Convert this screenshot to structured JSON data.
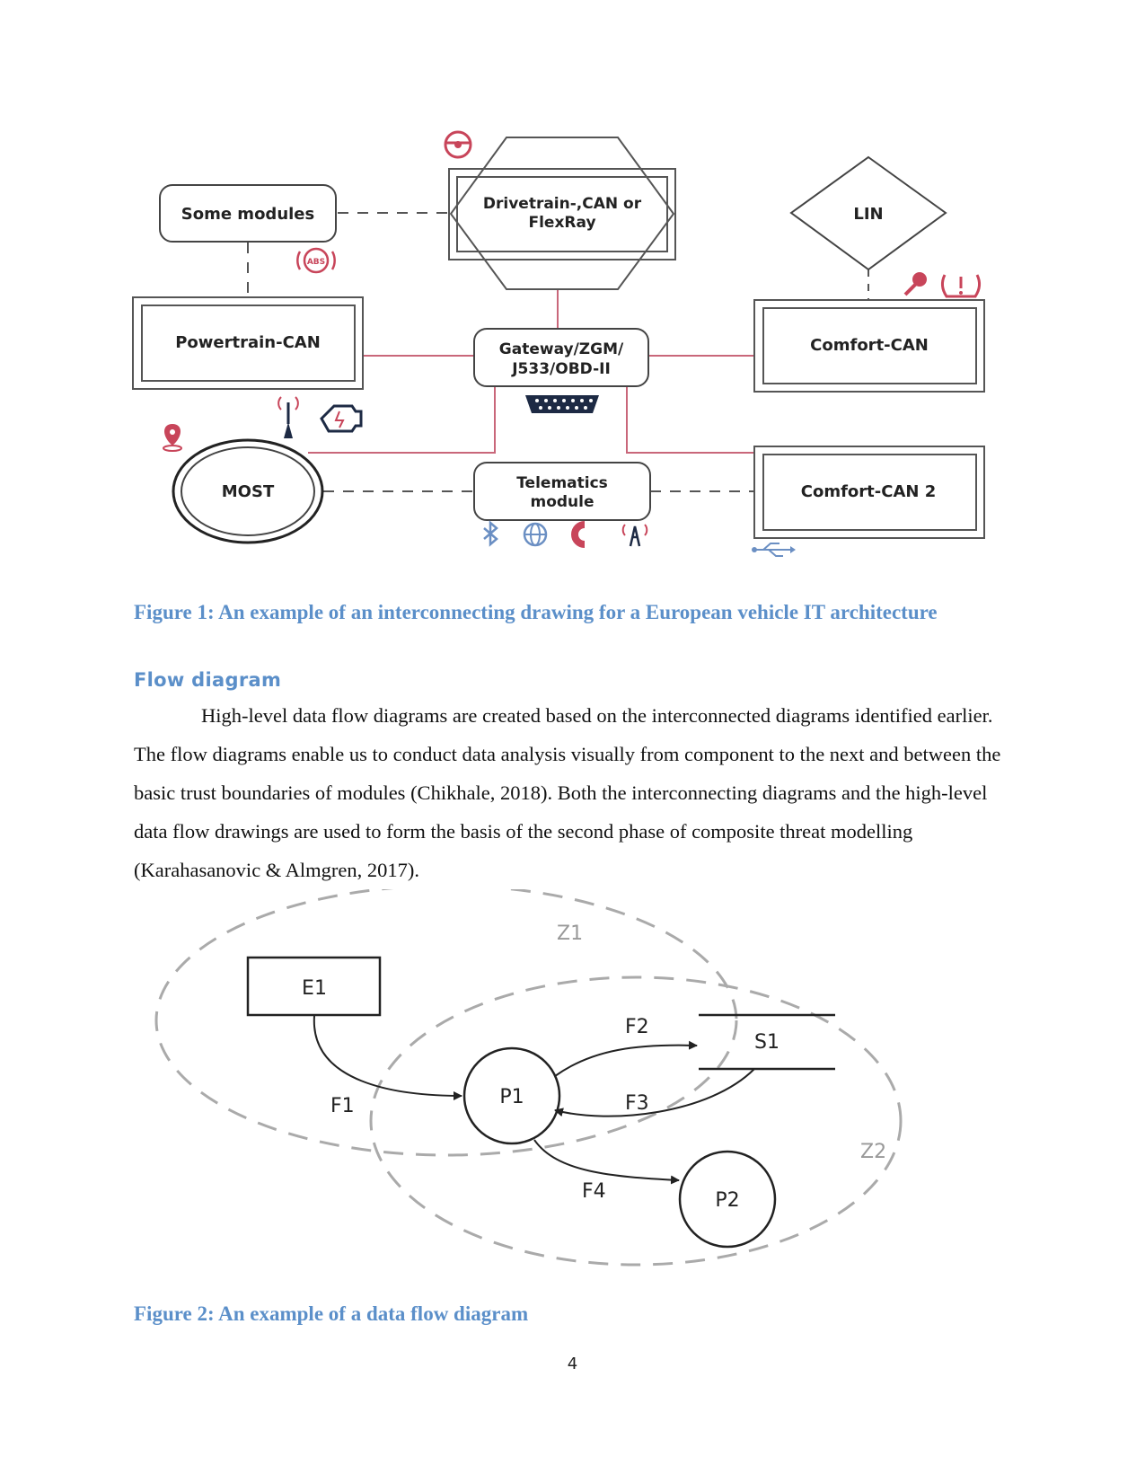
{
  "figure1": {
    "nodes": {
      "some_modules": "Some modules",
      "drivetrain": [
        "Drivetrain-,CAN or",
        "FlexRay"
      ],
      "lin": "LIN",
      "powertrain": "Powertrain-CAN",
      "gateway": [
        "Gateway/ZGM/",
        "J533/OBD-II"
      ],
      "comfort": "Comfort-CAN",
      "most": "MOST",
      "telematics": [
        "Telematics",
        "module"
      ],
      "comfort2": "Comfort-CAN 2"
    },
    "icons": {
      "abs_label": "ABS"
    },
    "caption": "Figure 1: An example of an interconnecting drawing for a European vehicle IT architecture",
    "colors": {
      "connector": "#c9677a",
      "icon_red": "#c8455a",
      "icon_blue": "#6b8fc3",
      "icon_navy": "#1d2a44"
    }
  },
  "section": {
    "heading": "Flow diagram",
    "paragraph": "High-level data flow diagrams are created based on the interconnected diagrams identified earlier. The flow diagrams enable us to conduct data analysis visually from component to the next and between the basic trust boundaries of modules (Chikhale, 2018). Both the interconnecting diagrams and the high-level data flow drawings are used to form the basis of the second phase of composite threat modelling (Karahasanovic & Almgren, 2017)."
  },
  "figure2": {
    "zones": {
      "z1": "Z1",
      "z2": "Z2"
    },
    "nodes": {
      "e1": "E1",
      "p1": "P1",
      "p2": "P2",
      "s1": "S1"
    },
    "flows": {
      "f1": "F1",
      "f2": "F2",
      "f3": "F3",
      "f4": "F4"
    },
    "caption": "Figure 2: An example of a data flow diagram"
  },
  "page_number": "4"
}
